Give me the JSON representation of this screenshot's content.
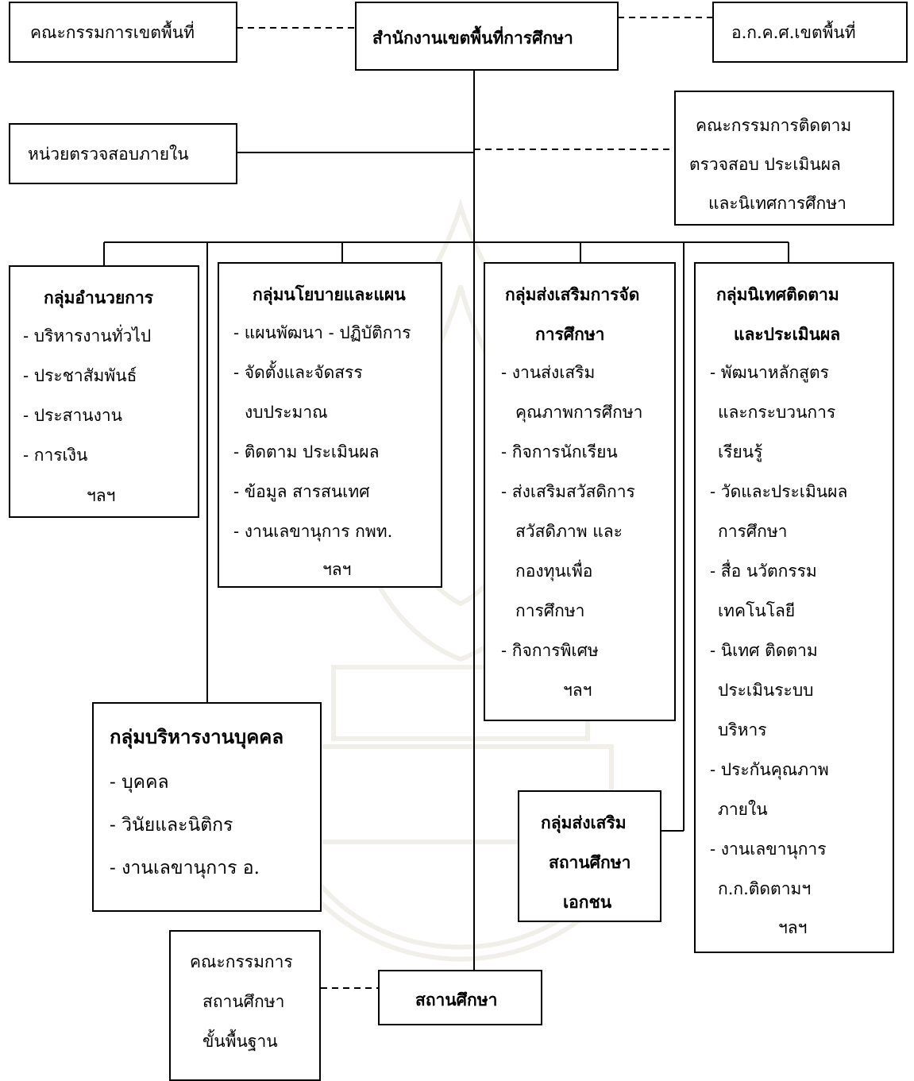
{
  "nodes": {
    "area_committee": "คณะกรรมการเขตพื้นที่",
    "area_office": "สำนักงานเขตพื้นที่การศึกษา",
    "area_personnel_committee": "อ.ก.ค.ศ.เขตพื้นที่",
    "internal_audit": "หน่วยตรวจสอบภายใน",
    "monitoring_committee": [
      "คณะกรรมการติดตาม",
      "ตรวจสอบ ประเมินผล",
      "และนิเทศการศึกษา"
    ],
    "admin_group": {
      "title": "กลุ่มอำนวยการ",
      "items": [
        "- บริหารงานทั่วไป",
        "- ประชาสัมพันธ์",
        "- ประสานงาน",
        "- การเงิน"
      ],
      "etc": "ฯลฯ"
    },
    "policy_group": {
      "title": "กลุ่มนโยบายและแผน",
      "items": [
        "- แผนพัฒนา - ปฏิบัติการ",
        "- จัดตั้งและจัดสรร",
        "งบประมาณ",
        "- ติดตาม ประเมินผล",
        "- ข้อมูล สารสนเทศ",
        "- งานเลขานุการ กพท."
      ],
      "etc": "ฯลฯ"
    },
    "promotion_group": {
      "title": [
        "กลุ่มส่งเสริมการจัด",
        "การศึกษา"
      ],
      "items": [
        "- งานส่งเสริม",
        "คุณภาพการศึกษา",
        "- กิจการนักเรียน",
        "- ส่งเสริมสวัสดิการ",
        "สวัสดิภาพ และ",
        "กองทุนเพื่อ",
        "การศึกษา",
        "- กิจการพิเศษ"
      ],
      "etc": "ฯลฯ"
    },
    "supervision_group": {
      "title": [
        "กลุ่มนิเทศติดตาม",
        "และประเมินผล"
      ],
      "items": [
        "- พัฒนาหลักสูตร",
        "และกระบวนการ",
        "เรียนรู้",
        "- วัดและประเมินผล",
        "การศึกษา",
        "- สื่อ นวัตกรรม",
        "เทคโนโลยี",
        "- นิเทศ ติดตาม",
        "ประเมินระบบ",
        "บริหาร",
        "- ประกันคุณภาพ",
        "ภายใน",
        "- งานเลขานุการ",
        "ก.ก.ติดตามฯ"
      ],
      "etc": "ฯลฯ"
    },
    "personnel_group": {
      "title": "กลุ่มบริหารงานบุคคล",
      "items": [
        "- บุคคล",
        "- วินัยและนิติกร",
        "- งานเลขานุการ อ."
      ]
    },
    "private_school_group": [
      "กลุ่มส่งเสริม",
      "สถานศึกษา",
      "เอกชน"
    ],
    "school_committee": [
      "คณะกรรมการ",
      "สถานศึกษา",
      "ขั้นพื้นฐาน"
    ],
    "school": "สถานศึกษา"
  }
}
